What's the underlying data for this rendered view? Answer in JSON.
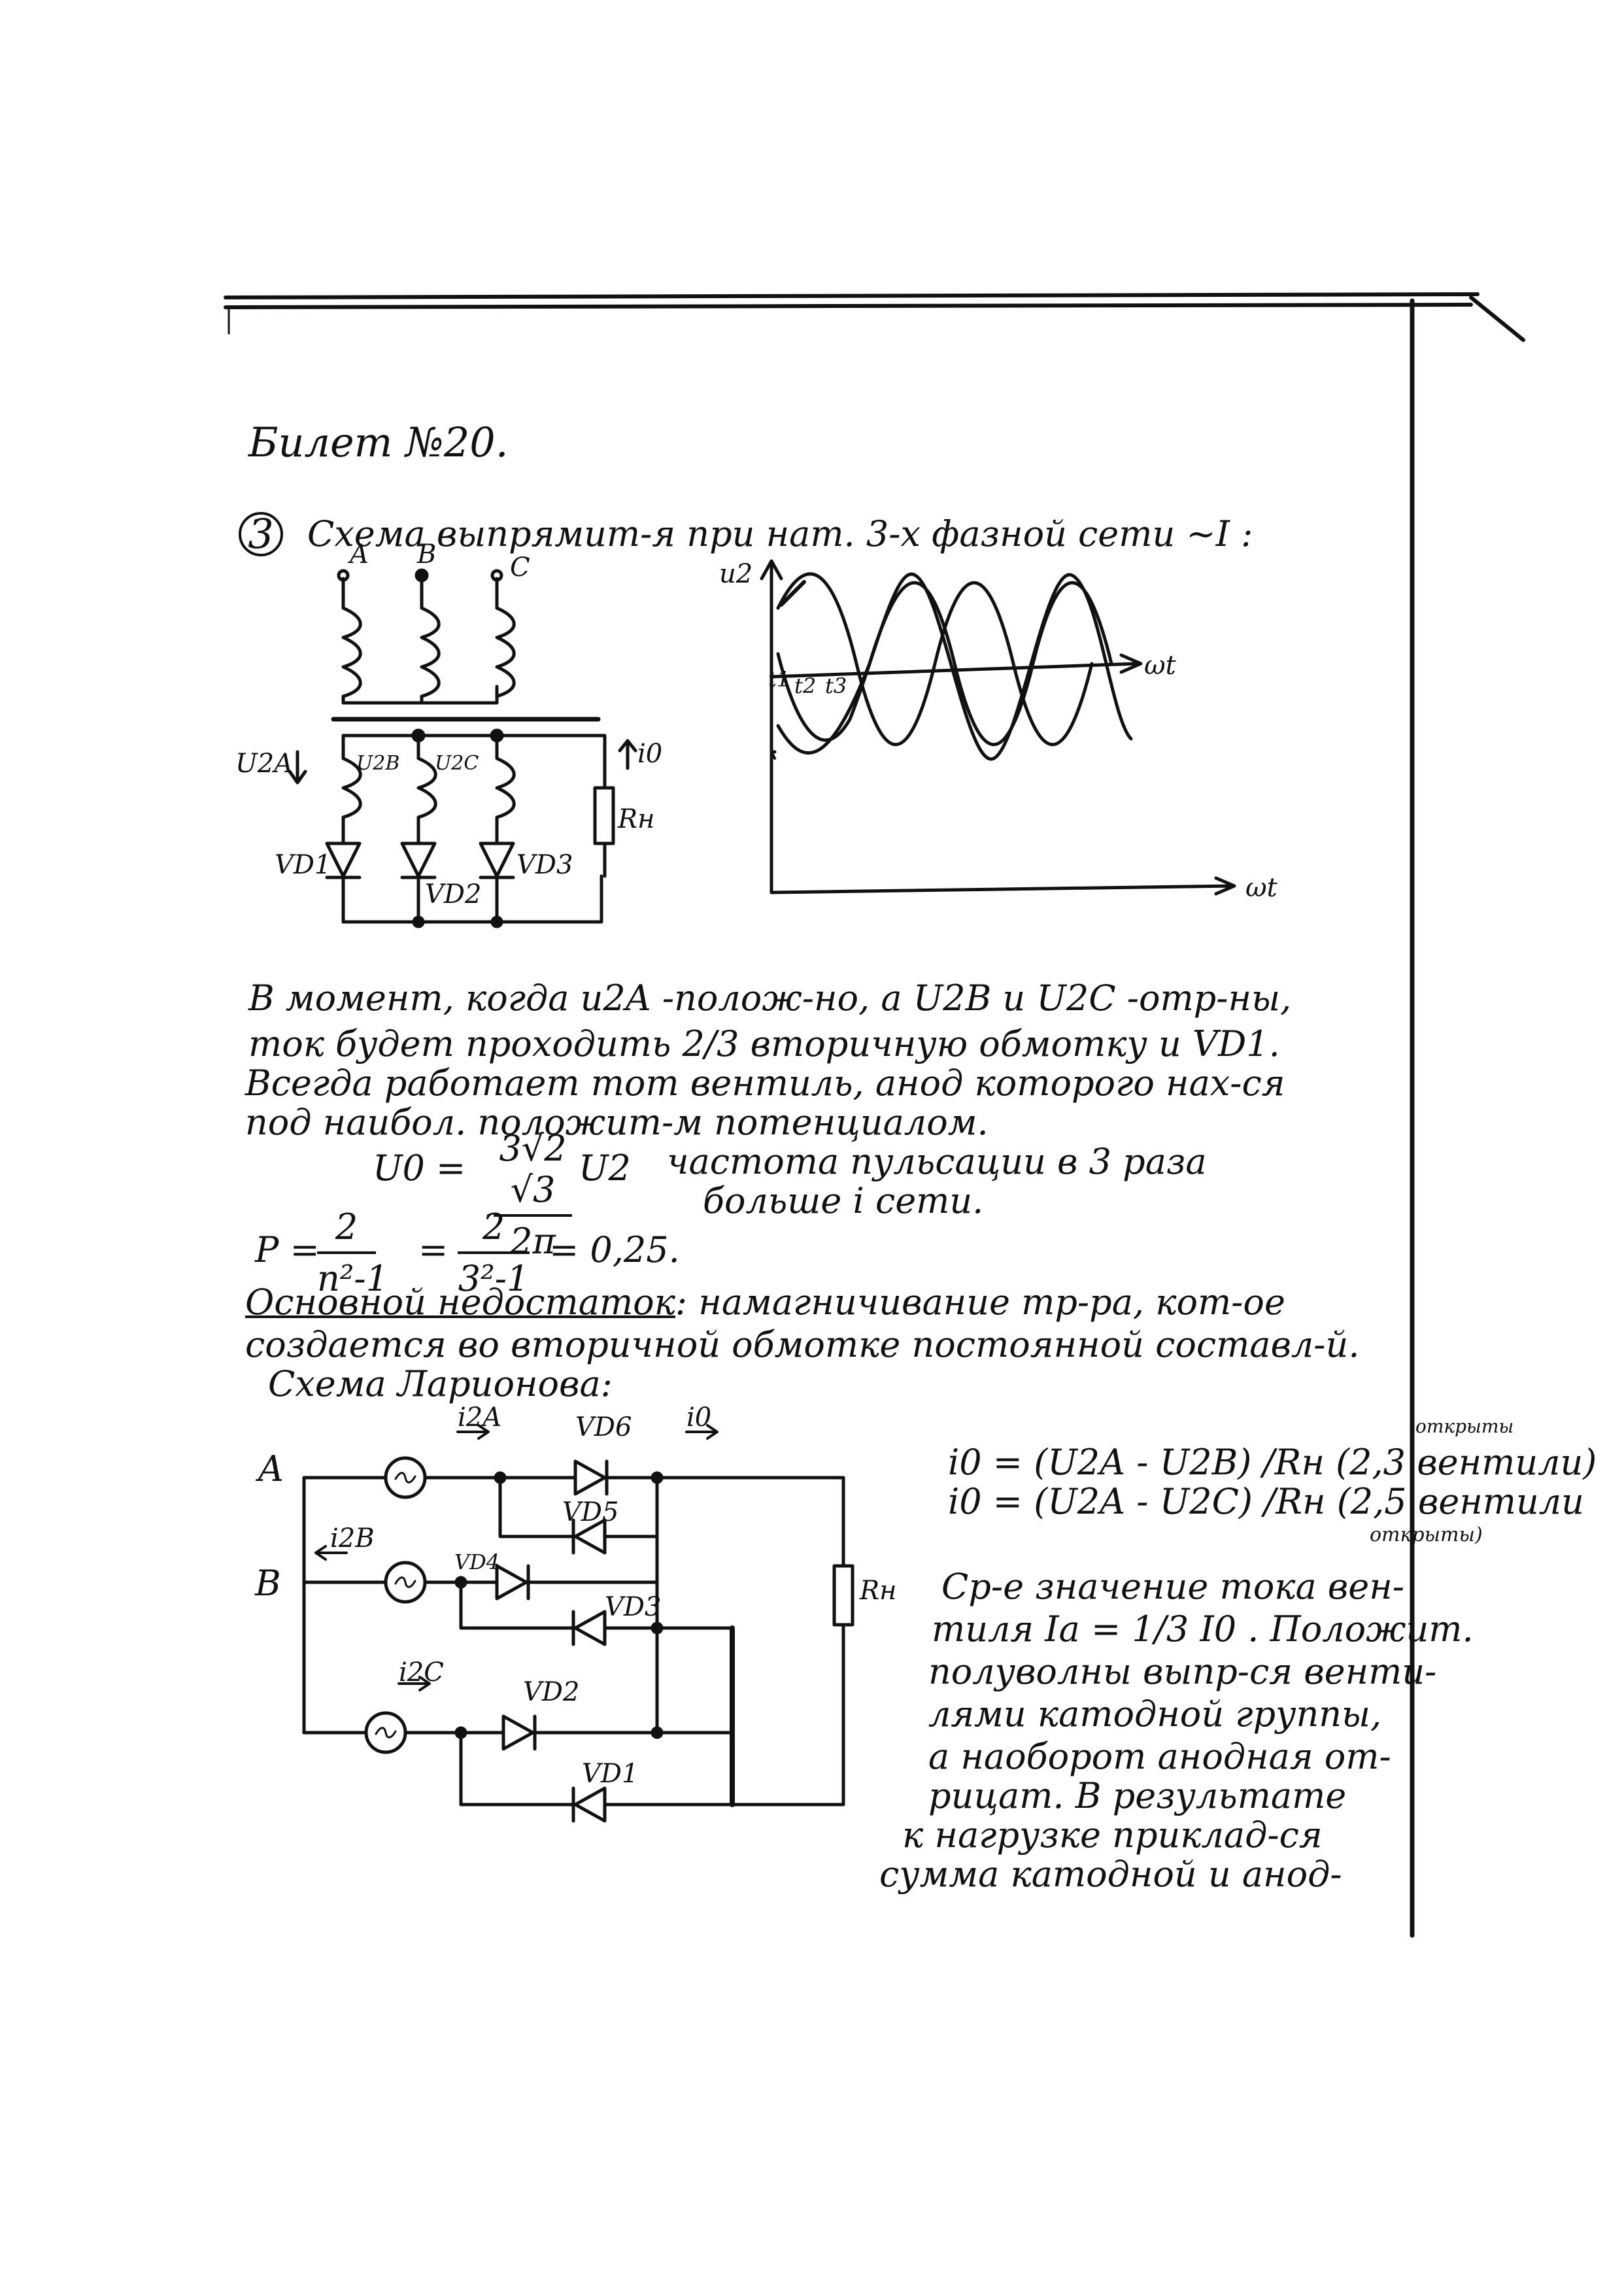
{
  "header": {
    "title": "Билет №20.",
    "question_number": "3",
    "question_text": "Схема выпрямит-я при нат. 3-х фазной сети ~I :"
  },
  "circuit1": {
    "phase_labels": [
      "A",
      "B",
      "C"
    ],
    "voltages": [
      "U2A",
      "U2B",
      "U2C"
    ],
    "diodes": [
      "VD1",
      "VD2",
      "VD3"
    ],
    "load": "Rн",
    "current": "i0"
  },
  "waveform": {
    "y_label": "u2",
    "x_label_upper": "ωt",
    "x_label_lower": "ωt",
    "time_marks": [
      "t1",
      "t2",
      "t3"
    ]
  },
  "paragraph1": {
    "lines": [
      "В момент, когда u2A -полож-но, а U2B и U2C -отр-ны,",
      "ток будет проходить 2/3 вторичную обмотку и VD1.",
      "Всегда работает тот вентиль, анод которого нах-ся",
      "под наибол. положит-м потенциалом."
    ]
  },
  "formula1": {
    "lhs": "U0 =",
    "numerator": "3√2 √3",
    "denominator": "2π",
    "suffix": "U2",
    "note_line1": "частота пульсации в 3 раза",
    "note_line2": "больше i сети."
  },
  "formula2": {
    "lhs": "P =",
    "num1": "2",
    "den1": "n²-1",
    "eq": "=",
    "num2": "2",
    "den2": "3²-1",
    "result": "= 0,25."
  },
  "paragraph2": {
    "heading": "Основной недостаток",
    "line1_rest": ": намагничивание тр-ра, кот-ое",
    "line2": "создается во вторичной обмотке постоянной составл-й.",
    "line3": "Схема Ларионова:"
  },
  "circuit2": {
    "phase_labels": [
      "A",
      "B"
    ],
    "currents": [
      "i2A",
      "i2B",
      "i2C",
      "i0"
    ],
    "diodes": [
      "VD6",
      "VD5",
      "VD4",
      "VD3",
      "VD2",
      "VD1"
    ],
    "load": "Rн"
  },
  "side_formulas": {
    "f1": "i0 = (U2A - U2B) /Rн (2,3 вентили",
    "f1_note": "открыты",
    "f1_tail": ")",
    "f2": "i0 = (U2A - U2C) /Rн (2,5 вентили",
    "f2_note": "открыты)"
  },
  "paragraph3": {
    "lines": [
      "Ср-е значение тока вен-",
      "тиля Iа = 1/3 I0 . Положит.",
      "полуволны выпр-ся венти-",
      "лями катодной группы,",
      "а наоборот анодная от-",
      "рицат. В результате",
      "к нагрузке приклад-ся",
      "сумма катодной и анод-"
    ]
  }
}
